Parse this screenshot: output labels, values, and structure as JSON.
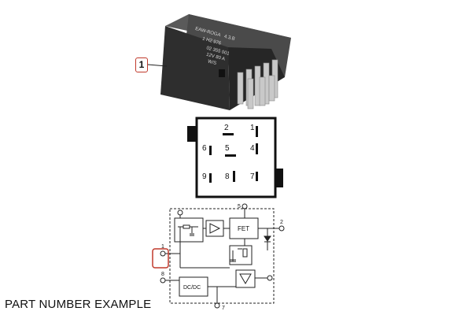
{
  "caption": "PART NUMBER EXAMPLE",
  "callout": {
    "label": "1"
  },
  "relay_label": {
    "line1": "EAW-ROGA",
    "line2": "4.3.B",
    "line3": "1 H2 976",
    "line4": "02 355 001",
    "line5": "12V 80 A",
    "line6": "W/S"
  },
  "pinout": {
    "pins": [
      "2",
      "1",
      "6",
      "5",
      "4",
      "9",
      "8",
      "7"
    ]
  },
  "schematic": {
    "fet_label": "FET",
    "dcdc_label": "DC/DC",
    "terminals": [
      "5",
      "2",
      "1",
      "8",
      "7"
    ]
  },
  "colors": {
    "callout_border": "#c0392b",
    "line": "#222222",
    "relay_body": "#3a3a3a"
  }
}
